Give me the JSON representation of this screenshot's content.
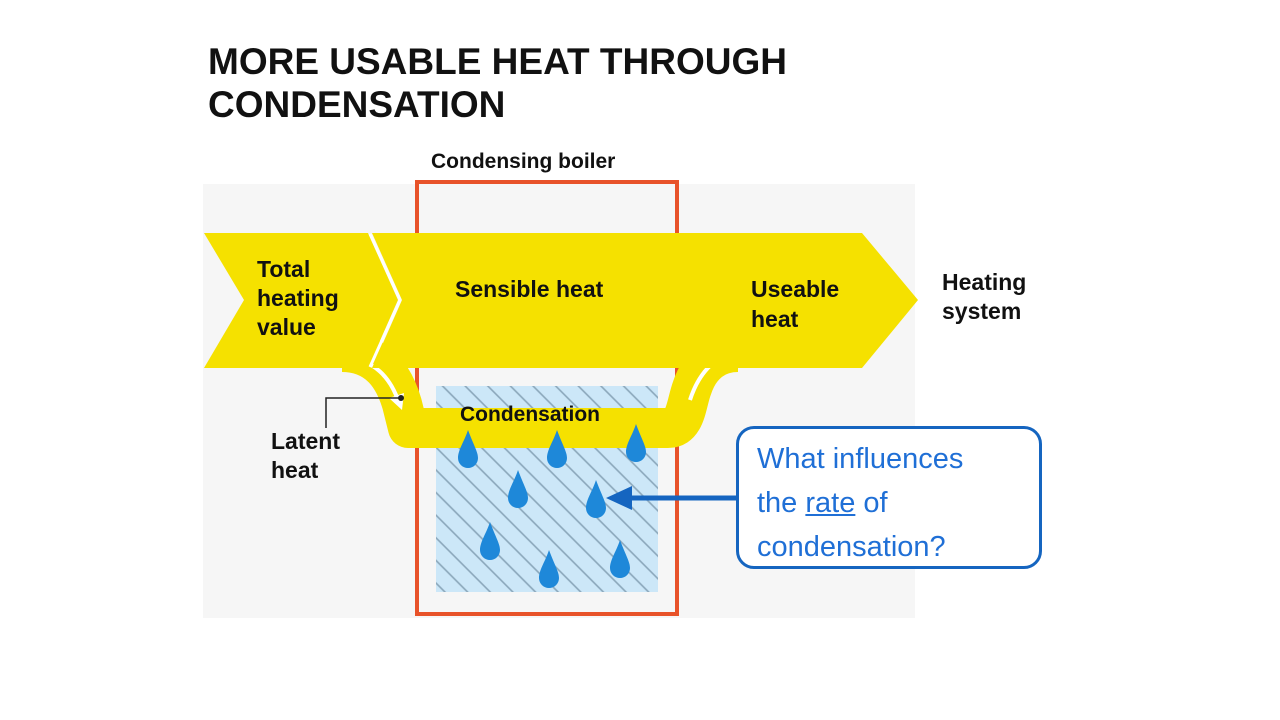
{
  "slide": {
    "title": "MORE USABLE HEAT THROUGH CONDENSATION"
  },
  "diagram": {
    "boiler_label": "Condensing boiler",
    "total_heating_value": [
      "Total",
      "heating",
      "value"
    ],
    "sensible_heat": "Sensible heat",
    "useable_heat": [
      "Useable",
      "heat"
    ],
    "heating_system": [
      "Heating",
      "system"
    ],
    "latent_heat": [
      "Latent",
      "heat"
    ],
    "condensation": "Condensation"
  },
  "question": {
    "line1": "What influences",
    "line2_before": "the ",
    "line2_underlined": "rate",
    "line2_after": " of",
    "line3": "condensation?"
  },
  "colors": {
    "flow_yellow": "#f5e100",
    "boiler_orange": "#e8532a",
    "condenser_blue": "#cce7f8",
    "drop_blue": "#1e88d9",
    "question_blue": "#1565c0"
  }
}
